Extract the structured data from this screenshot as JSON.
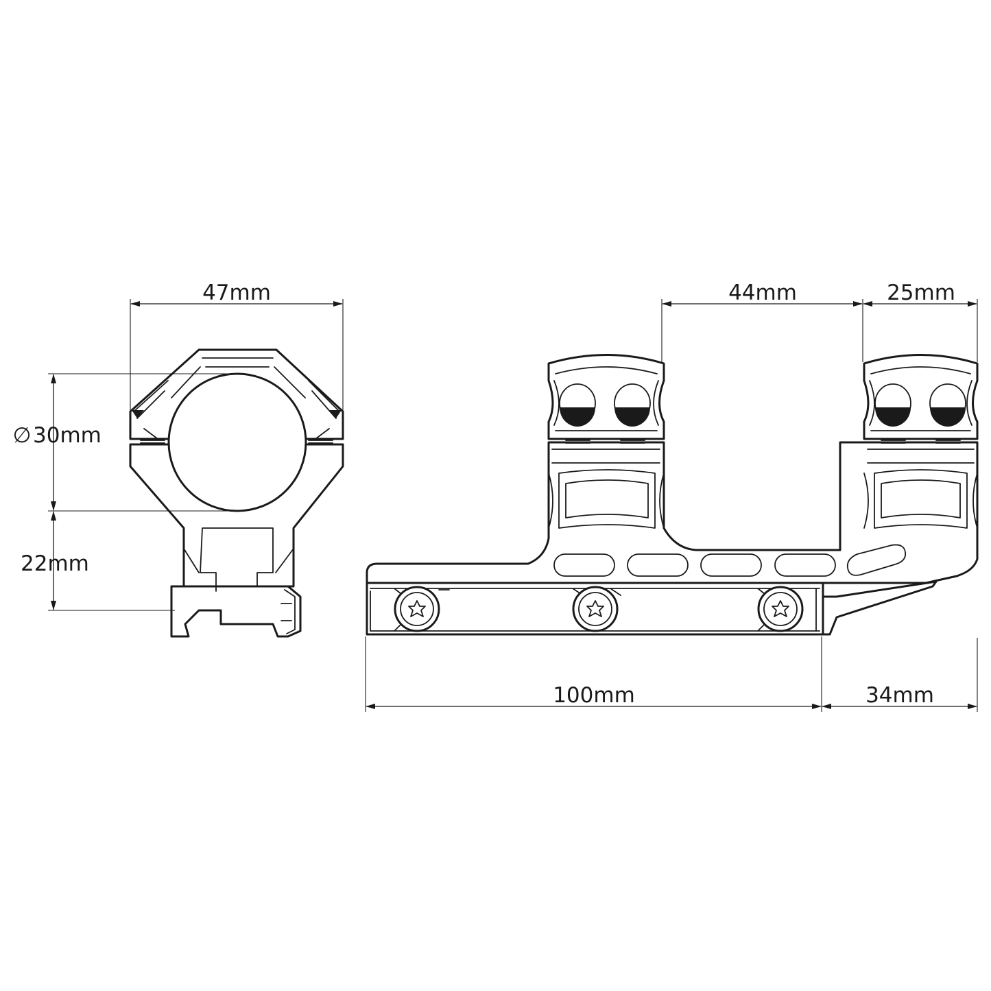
{
  "dimensions": {
    "side_width": "47mm",
    "ring_diameter": "30mm",
    "diameter_symbol": "∅",
    "center_height": "22mm",
    "ring_spacing": "44mm",
    "ring_width": "25mm",
    "base_length": "100mm",
    "overhang": "34mm"
  },
  "colors": {
    "ink": "#1a1a1a",
    "background": "#ffffff"
  }
}
